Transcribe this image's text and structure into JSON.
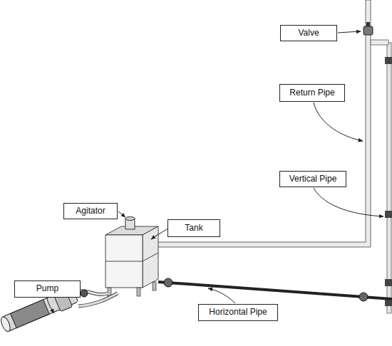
{
  "diagram": {
    "nodes": [
      {
        "text": [
          "Valve"
        ]
      },
      {
        "text": [
          "Return Pipe"
        ]
      },
      {
        "text": [
          "Vertical Pipe"
        ]
      },
      {
        "text": [
          "Agitator"
        ]
      },
      {
        "text": [
          "Tank"
        ]
      },
      {
        "text": [
          "Pump"
        ]
      },
      {
        "text": [
          "Horizontal Pipe"
        ]
      }
    ]
  }
}
